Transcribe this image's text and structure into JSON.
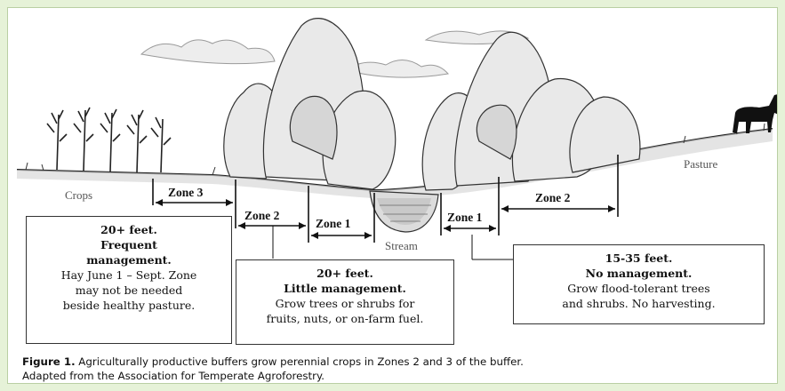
{
  "labels": {
    "crops": "Crops",
    "pasture": "Pasture",
    "stream": "Stream"
  },
  "zones": {
    "left_zone3": "Zone 3",
    "left_zone2": "Zone 2",
    "left_zone1": "Zone 1",
    "right_zone1": "Zone 1",
    "right_zone2": "Zone 2"
  },
  "boxes": {
    "zone3": {
      "line1": "20+ feet.",
      "line2": "Frequent",
      "line3": "management.",
      "line4": "Hay June 1 – Sept. Zone",
      "line5": "may not be needed",
      "line6": "beside healthy pasture."
    },
    "zone2": {
      "line1": "20+ feet.",
      "line2": "Little management.",
      "line3": "Grow trees or shrubs for",
      "line4": "fruits, nuts, or on-farm fuel."
    },
    "zone1": {
      "line1": "15-35 feet.",
      "line2": "No management.",
      "line3": "Grow flood-tolerant trees",
      "line4": "and shrubs. No harvesting."
    }
  },
  "caption": {
    "figure_label": "Figure 1.",
    "text": " Agriculturally productive buffers grow perennial crops in Zones 2 and 3 of the buffer.",
    "line2": "Adapted from the Association for Temperate Agroforestry."
  },
  "colors": {
    "page_background": "#e6f2d8",
    "ink": "#111111"
  }
}
